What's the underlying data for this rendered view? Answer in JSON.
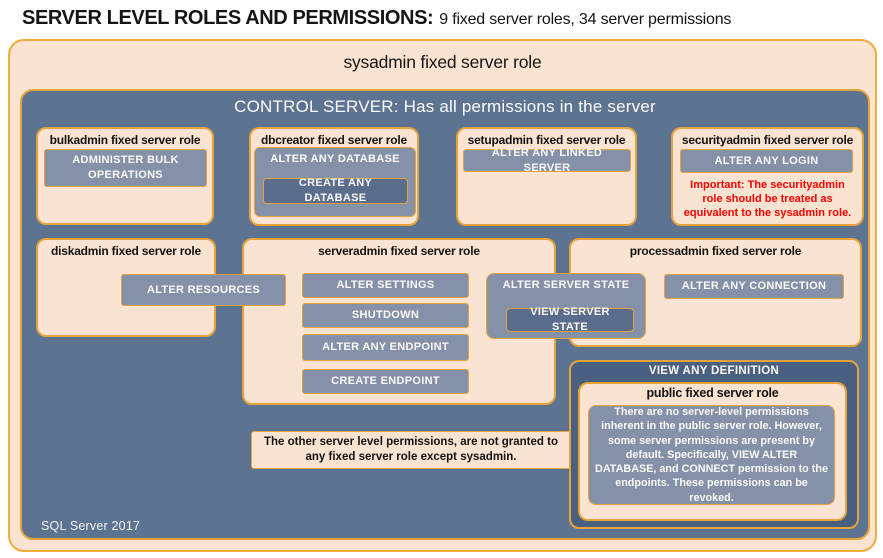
{
  "page_title": {
    "main": "SERVER LEVEL ROLES AND PERMISSIONS:",
    "subtitle": "9 fixed server roles, 34 server permissions"
  },
  "sysadmin_box": {
    "title": "sysadmin fixed server role"
  },
  "control_server": {
    "header": "CONTROL SERVER: Has all permissions in the server"
  },
  "bulkadmin": {
    "title": "bulkadmin fixed server role",
    "permissions": {
      "administer_bulk_operations": "ADMINISTER BULK OPERATIONS"
    }
  },
  "dbcreator": {
    "title": "dbcreator fixed server role",
    "permissions": {
      "alter_any_database": "ALTER ANY DATABASE",
      "create_any_database": "CREATE ANY DATABASE"
    }
  },
  "setupadmin": {
    "title": "setupadmin fixed server role",
    "permissions": {
      "alter_any_linked_server": "ALTER ANY LINKED SERVER"
    }
  },
  "securityadmin": {
    "title": "securityadmin fixed server role",
    "permissions": {
      "alter_any_login": "ALTER ANY LOGIN"
    },
    "warning": "Important: The securityadmin role should be treated as equivalent to the sysadmin role."
  },
  "diskadmin": {
    "title": "diskadmin fixed server role",
    "permissions": {
      "alter_resources": "ALTER RESOURCES"
    }
  },
  "serveradmin": {
    "title": "serveradmin fixed server role",
    "permissions": {
      "alter_settings": "ALTER SETTINGS",
      "shutdown": "SHUTDOWN",
      "alter_any_endpoint": "ALTER ANY ENDPOINT",
      "create_endpoint": "CREATE ENDPOINT",
      "alter_server_state": "ALTER SERVER STATE",
      "view_server_state": "VIEW SERVER STATE"
    }
  },
  "processadmin": {
    "title": "processadmin fixed server role",
    "permissions": {
      "alter_any_connection": "ALTER ANY CONNECTION"
    }
  },
  "note": {
    "text": "The other server level permissions, are not granted to any fixed server role except sysadmin."
  },
  "view_any_definition": {
    "title": "VIEW ANY DEFINITION"
  },
  "public_role": {
    "title": "public fixed server role",
    "description": "There are no server-level permissions inherent in the public server role. However, some server permissions are present by default. Specifically, VIEW ALTER DATABASE, and CONNECT permission to the endpoints. These permissions can be revoked."
  },
  "footer": {
    "version": "SQL Server 2017"
  },
  "colors": {
    "peach_fill": "#fae3d0",
    "gold_border": "#e7a33b",
    "outer_gold_border": "#f0ac3a",
    "slate_background": "#5d7392",
    "permission_gray": "#8491a9",
    "permission_dark": "#5a6d8d",
    "definition_dark_navy": "#4a6080",
    "warning_red": "#ff0000",
    "text_light": "#faf9f6",
    "text_dark": "#131313"
  }
}
